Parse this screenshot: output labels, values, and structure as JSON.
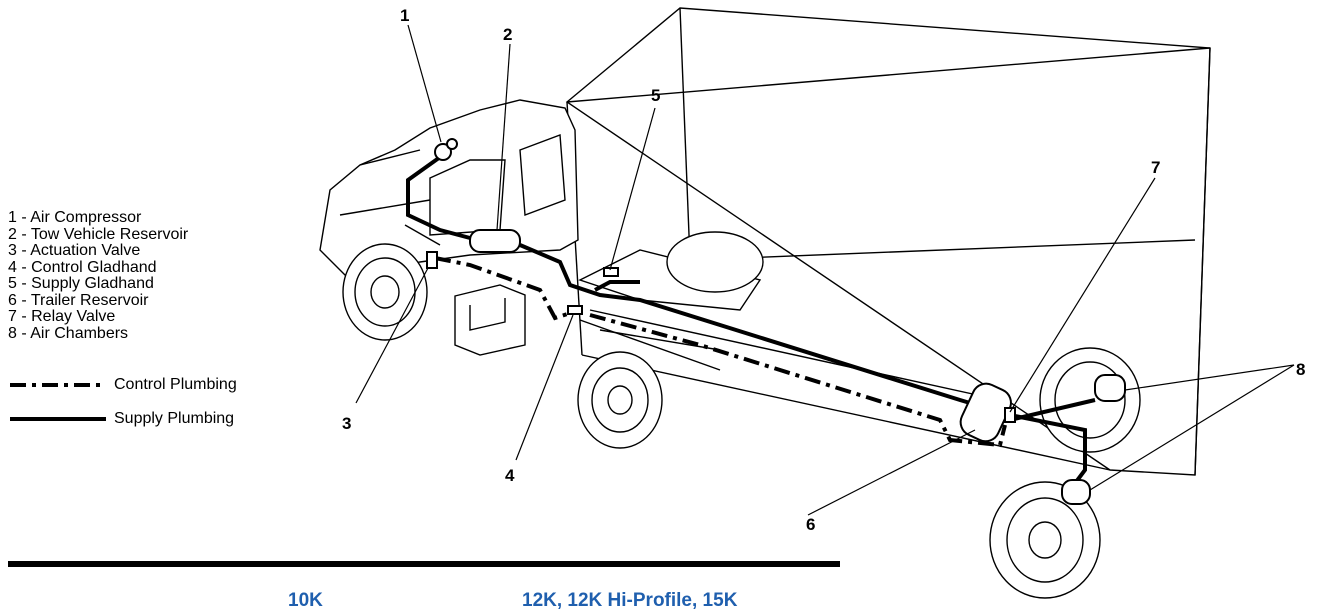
{
  "legend": {
    "items": [
      "1 - Air Compressor",
      "2 - Tow Vehicle Reservoir",
      "3 - Actuation Valve",
      "4 - Control Gladhand",
      "5 - Supply Gladhand",
      "6 - Trailer Reservoir",
      "7 - Relay Valve",
      "8 - Air Chambers"
    ],
    "control_plumbing": "Control Plumbing",
    "supply_plumbing": "Supply Plumbing"
  },
  "callouts": {
    "c1": "1",
    "c2": "2",
    "c3": "3",
    "c4": "4",
    "c5": "5",
    "c6": "6",
    "c7": "7",
    "c8": "8"
  },
  "footer": {
    "model_a": "10K",
    "model_b": "12K, 12K Hi-Profile, 15K"
  },
  "colors": {
    "model_text": "#1f5fae",
    "line": "#000000"
  }
}
